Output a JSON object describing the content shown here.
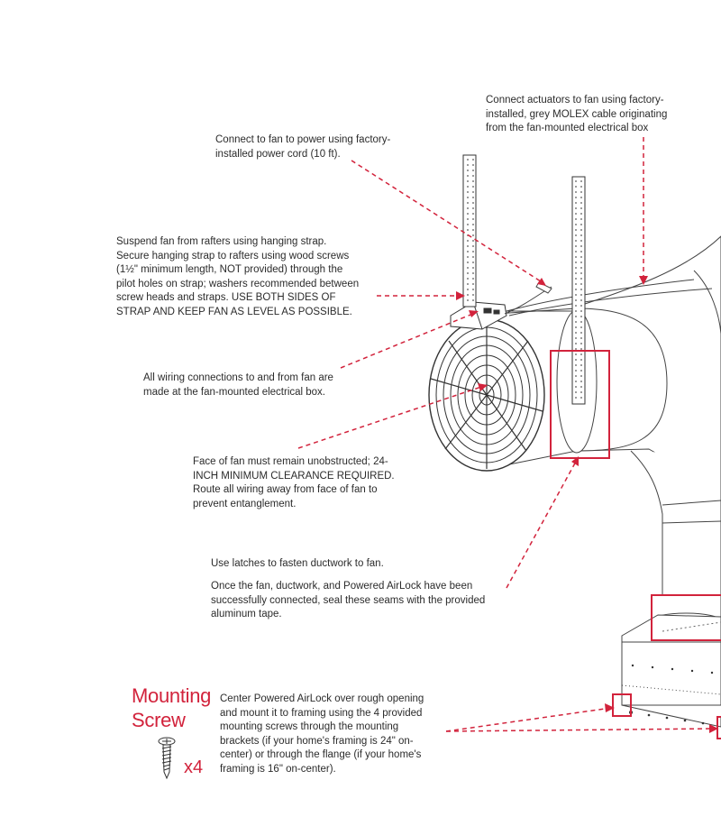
{
  "callouts": {
    "power": "Connect to fan to power using factory-\ninstalled power cord (10 ft).",
    "actuators": "Connect actuators to fan using factory-\ninstalled, grey MOLEX cable originating\nfrom the fan-mounted electrical box",
    "suspend": "Suspend fan from rafters using hanging strap.\nSecure hanging strap to rafters using wood screws\n(1½\" minimum length, NOT provided) through the\npilot holes on strap; washers recommended between\nscrew heads and straps. USE BOTH SIDES OF\nSTRAP AND KEEP FAN AS LEVEL AS POSSIBLE.",
    "wiring": "All wiring connections to and from fan are\nmade at the fan-mounted electrical box.",
    "face": "Face of fan must remain unobstructed; 24-\nINCH MINIMUM CLEARANCE REQUIRED.\nRoute all wiring away from face of fan to\nprevent entanglement.",
    "latches": "Use latches to fasten ductwork to fan.",
    "seal": "Once the fan, ductwork, and Powered AirLock have been\nsuccessfully connected, seal these seams with the provided\naluminum tape.",
    "center": "Center Powered AirLock over rough opening\nand mount it to framing using the 4 provided\nmounting screws through the mounting\nbrackets (if your home's framing is 24\" on-\ncenter) or through the flange (if your home's\nframing is 16\" on-center)."
  },
  "mounting_screw": {
    "title": "Mounting\nScrew",
    "quantity": "x4"
  },
  "colors": {
    "accent": "#d2233c",
    "line": "#444444",
    "text": "#2b2b2b"
  }
}
